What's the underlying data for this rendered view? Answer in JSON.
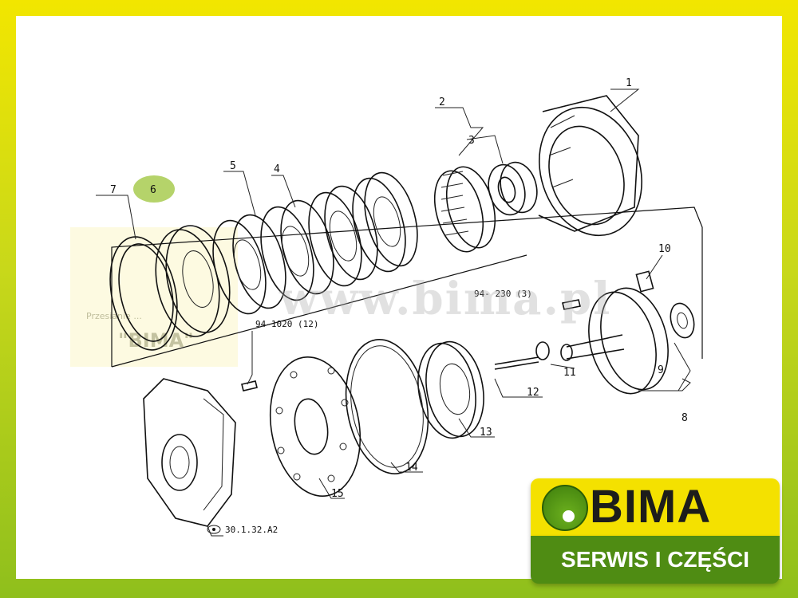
{
  "diagram": {
    "callouts": [
      "1",
      "2",
      "3",
      "4",
      "5",
      "6",
      "7",
      "8",
      "9",
      "10",
      "11",
      "12",
      "13",
      "14",
      "15"
    ],
    "highlighted_callout": "6",
    "highlight_color": "#b5d36a",
    "references": {
      "ref_94_230": "94- 230 (3)",
      "ref_94_1020": "94-1020 (12)",
      "ref_30_1_32": "30.1.32.A2"
    }
  },
  "watermark": {
    "url": "www.bima.pl",
    "subtitle": "Przesianie ...",
    "quote_name": "\"BIMA\""
  },
  "logo": {
    "brand": "BIMA",
    "slogan": "SERWIS I CZĘŚCI",
    "colors": {
      "yellow": "#f4e100",
      "green": "#4f8c13"
    }
  },
  "frame": {
    "gradient_top": "#f2e600",
    "gradient_bottom": "#8fbf1c"
  }
}
